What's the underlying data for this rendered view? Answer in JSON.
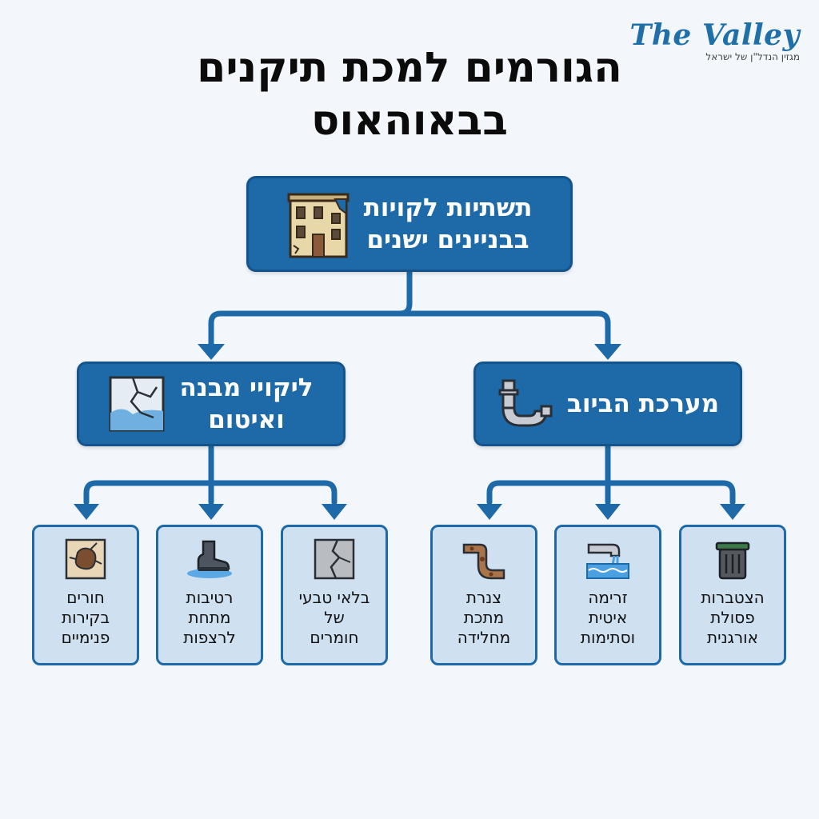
{
  "logo": {
    "title": "The Valley",
    "subtitle": "מגזין הנדל\"ן של ישראל"
  },
  "title": {
    "line1": "הגורמים למכת תיקנים",
    "line2": "בבאוהאוס"
  },
  "root": {
    "line1": "תשתיות לקויות",
    "line2": "בבניינים ישנים",
    "icon": "old-building-icon"
  },
  "branches": [
    {
      "line1": "מערכת הביוב",
      "line2": "",
      "icon": "drain-pipe-icon",
      "children": [
        {
          "lines": [
            "הצטברות",
            "פסולת",
            "אורגנית"
          ],
          "icon": "trash-bin-icon"
        },
        {
          "lines": [
            "זרימה",
            "איטית",
            "וסתימות"
          ],
          "icon": "water-flow-icon"
        },
        {
          "lines": [
            "צנרת",
            "מתכת",
            "מחלידה"
          ],
          "icon": "rusty-pipe-icon"
        }
      ]
    },
    {
      "line1": "ליקויי מבנה",
      "line2": "ואיטום",
      "icon": "cracked-wall-icon",
      "children": [
        {
          "lines": [
            "בלאי טבעי",
            "של",
            "חומרים"
          ],
          "icon": "cracked-tile-icon"
        },
        {
          "lines": [
            "רטיבות",
            "מתחת",
            "לרצפות"
          ],
          "icon": "wet-floor-boot-icon"
        },
        {
          "lines": [
            "חורים",
            "בקירות",
            "פנימיים"
          ],
          "icon": "wall-hole-icon"
        }
      ]
    }
  ],
  "colors": {
    "primary": "#1e6aa8",
    "leaf_fill": "#cfe0f0",
    "connector": "#1e6aa8",
    "background": "#f3f7fb"
  }
}
